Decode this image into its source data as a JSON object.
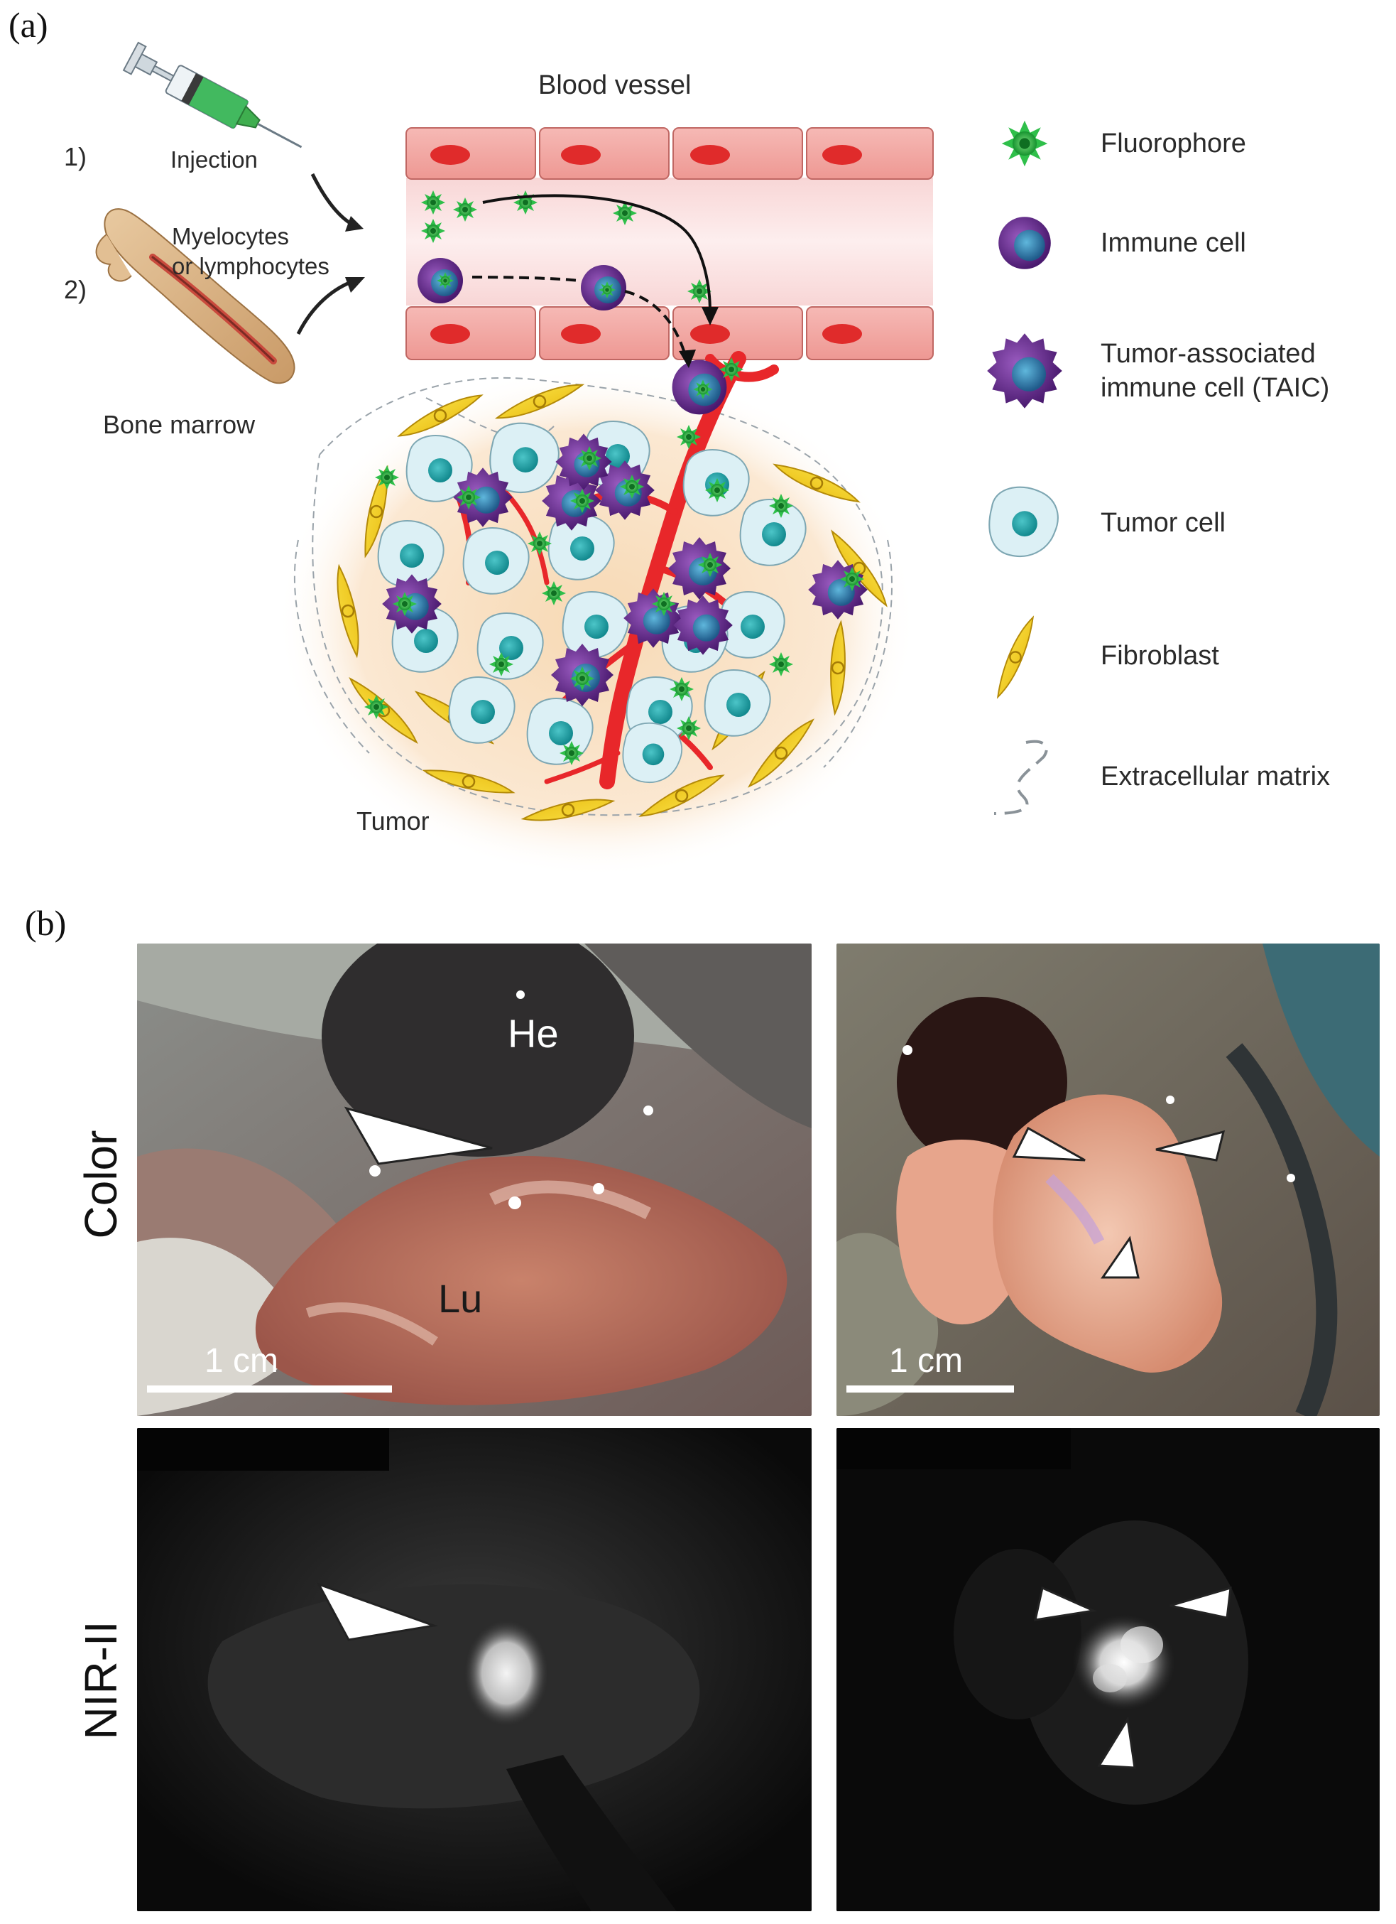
{
  "panel_a": {
    "label": "(a)",
    "step1_number": "1)",
    "step1_label": "Injection",
    "step2_number": "2)",
    "step2_label_line1": "Myelocytes",
    "step2_label_line2": "or lymphocytes",
    "bone_marrow_label": "Bone marrow",
    "blood_vessel_label": "Blood vessel",
    "tumor_label": "Tumor",
    "legend": [
      {
        "icon": "fluorophore-icon",
        "line1": "Fluorophore",
        "line2": ""
      },
      {
        "icon": "immune-cell-icon",
        "line1": "Immune cell",
        "line2": ""
      },
      {
        "icon": "taic-icon",
        "line1": "Tumor-associated",
        "line2": "immune cell (TAIC)"
      },
      {
        "icon": "tumor-cell-icon",
        "line1": "Tumor cell",
        "line2": ""
      },
      {
        "icon": "fibroblast-icon",
        "line1": "Fibroblast",
        "line2": ""
      },
      {
        "icon": "extracellular-matrix-icon",
        "line1": "Extracellular matrix",
        "line2": ""
      }
    ],
    "colors": {
      "fluorophore": "#22b14c",
      "immune_cell": "#6a2c91",
      "tumor_cell": "#d9eef3",
      "tumor_nucleus": "#1fa3a8",
      "fibroblast": "#f4d21c",
      "vessel": "#e8272a",
      "endothelial": "#f2a9a6"
    }
  },
  "panel_b": {
    "label": "(b)",
    "row_color_label": "Color",
    "row_nir_label": "NIR-II",
    "he_label": "He",
    "lu_label": "Lu",
    "scale_left": "1 cm",
    "scale_right": "1 cm"
  }
}
